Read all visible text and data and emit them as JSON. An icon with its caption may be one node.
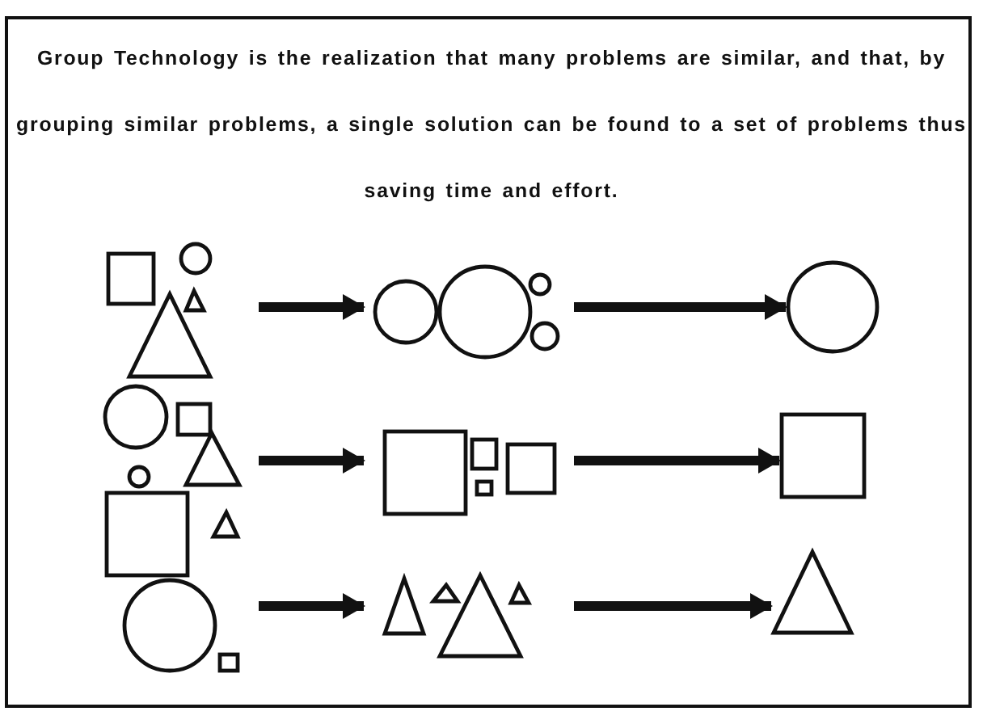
{
  "diagram": {
    "title": "Group Technology is the realization that many problems are similar, and that, by grouping similar problems, a single solution can be found to a set of problems thus saving time and effort.",
    "nodes": [
      {
        "text": [],
        "shape": "picture"
      },
      {
        "text": [],
        "shape": "picture"
      },
      {
        "text": [],
        "shape": "picture"
      },
      {
        "text": [],
        "shape": "picture"
      },
      {
        "text": [],
        "shape": "circle"
      },
      {
        "text": [],
        "shape": "box"
      },
      {
        "text": [],
        "shape": "triangle"
      }
    ],
    "edges": [
      {
        "from": 0,
        "to": 1,
        "arrow": "to"
      },
      {
        "from": 0,
        "to": 2,
        "arrow": "to"
      },
      {
        "from": 0,
        "to": 3,
        "arrow": "to"
      },
      {
        "from": 1,
        "to": 4,
        "arrow": "to"
      },
      {
        "from": 2,
        "to": 5,
        "arrow": "to"
      },
      {
        "from": 3,
        "to": 6,
        "arrow": "to"
      }
    ]
  }
}
